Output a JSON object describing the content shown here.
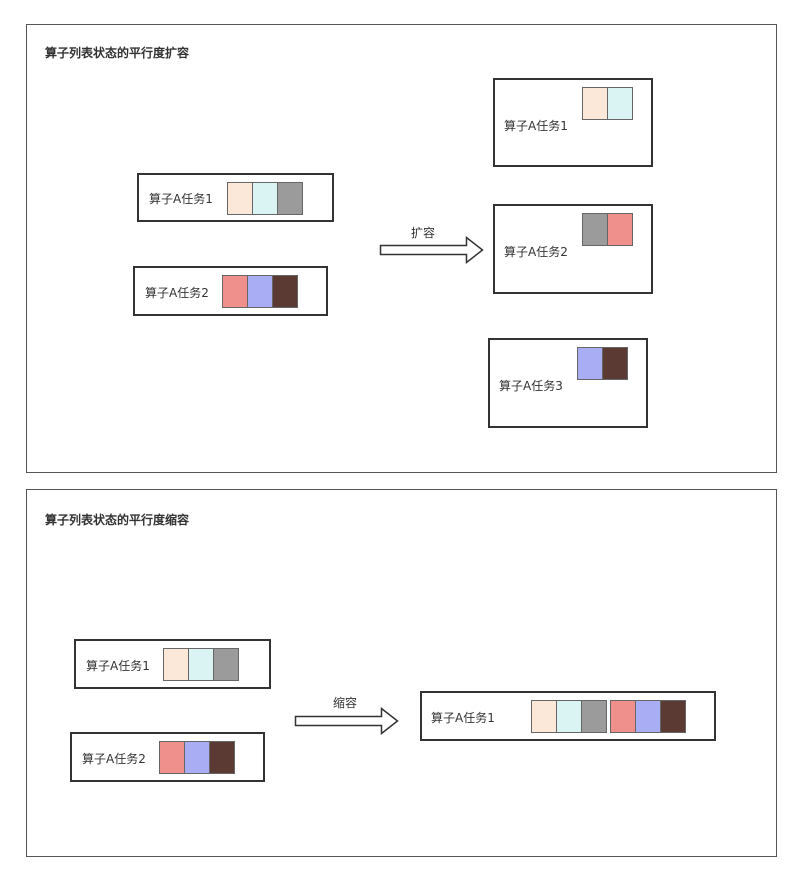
{
  "colors": {
    "peach": "#fce8d8",
    "cyan": "#daf3f3",
    "gray": "#9b9b9b",
    "red": "#f0908d",
    "lavender": "#a9adf3",
    "brown": "#5a3a33"
  },
  "scale_out": {
    "title": "算子列表状态的平行度扩容",
    "arrow_label": "扩容",
    "before": [
      {
        "label": "算子A任务1",
        "blocks": [
          "peach",
          "cyan",
          "gray"
        ]
      },
      {
        "label": "算子A任务2",
        "blocks": [
          "red",
          "lavender",
          "brown"
        ]
      }
    ],
    "after": [
      {
        "label": "算子A任务1",
        "blocks": [
          "peach",
          "cyan"
        ]
      },
      {
        "label": "算子A任务2",
        "blocks": [
          "gray",
          "red"
        ]
      },
      {
        "label": "算子A任务3",
        "blocks": [
          "lavender",
          "brown"
        ]
      }
    ]
  },
  "scale_in": {
    "title": "算子列表状态的平行度缩容",
    "arrow_label": "缩容",
    "before": [
      {
        "label": "算子A任务1",
        "blocks": [
          "peach",
          "cyan",
          "gray"
        ]
      },
      {
        "label": "算子A任务2",
        "blocks": [
          "red",
          "lavender",
          "brown"
        ]
      }
    ],
    "after": [
      {
        "label": "算子A任务1",
        "blocks": [
          "peach",
          "cyan",
          "gray",
          "red",
          "lavender",
          "brown"
        ]
      }
    ]
  }
}
